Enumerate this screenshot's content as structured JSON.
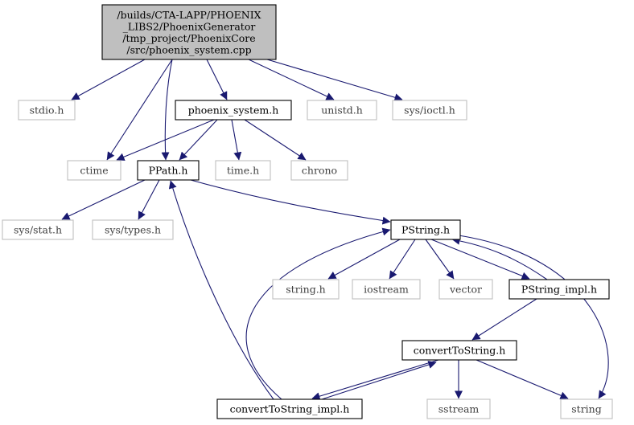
{
  "diagram": {
    "colors": {
      "root_fill": "#bfbfbf",
      "documented_border": "#000000",
      "external_border": "#bfbfbf",
      "external_text": "#404040",
      "edge": "#191970"
    },
    "nodes": [
      {
        "id": "root",
        "kind": "root",
        "lines": [
          "/builds/CTA-LAPP/PHOENIX",
          "_LIBS2/PhoenixGenerator",
          "/tmp_project/PhoenixCore",
          "/src/phoenix_system.cpp"
        ]
      },
      {
        "id": "stdio_h",
        "kind": "external",
        "lines": [
          "stdio.h"
        ]
      },
      {
        "id": "phoenix_system_h",
        "kind": "documented",
        "lines": [
          "phoenix_system.h"
        ]
      },
      {
        "id": "unistd_h",
        "kind": "external",
        "lines": [
          "unistd.h"
        ]
      },
      {
        "id": "sys_ioctl_h",
        "kind": "external",
        "lines": [
          "sys/ioctl.h"
        ]
      },
      {
        "id": "ctime",
        "kind": "external",
        "lines": [
          "ctime"
        ]
      },
      {
        "id": "ppath_h",
        "kind": "documented",
        "lines": [
          "PPath.h"
        ]
      },
      {
        "id": "time_h",
        "kind": "external",
        "lines": [
          "time.h"
        ]
      },
      {
        "id": "chrono",
        "kind": "external",
        "lines": [
          "chrono"
        ]
      },
      {
        "id": "sys_stat_h",
        "kind": "external",
        "lines": [
          "sys/stat.h"
        ]
      },
      {
        "id": "sys_types_h",
        "kind": "external",
        "lines": [
          "sys/types.h"
        ]
      },
      {
        "id": "pstring_h",
        "kind": "documented",
        "lines": [
          "PString.h"
        ]
      },
      {
        "id": "string_h",
        "kind": "external",
        "lines": [
          "string.h"
        ]
      },
      {
        "id": "iostream",
        "kind": "external",
        "lines": [
          "iostream"
        ]
      },
      {
        "id": "vector",
        "kind": "external",
        "lines": [
          "vector"
        ]
      },
      {
        "id": "pstring_impl_h",
        "kind": "documented",
        "lines": [
          "PString_impl.h"
        ]
      },
      {
        "id": "converttostring_h",
        "kind": "documented",
        "lines": [
          "convertToString.h"
        ]
      },
      {
        "id": "converttostring_impl_h",
        "kind": "documented",
        "lines": [
          "convertToString_impl.h"
        ]
      },
      {
        "id": "sstream",
        "kind": "external",
        "lines": [
          "sstream"
        ]
      },
      {
        "id": "string",
        "kind": "external",
        "lines": [
          "string"
        ]
      }
    ],
    "edges": [
      {
        "from": "root",
        "to": "stdio_h"
      },
      {
        "from": "root",
        "to": "phoenix_system_h"
      },
      {
        "from": "root",
        "to": "unistd_h"
      },
      {
        "from": "root",
        "to": "sys_ioctl_h"
      },
      {
        "from": "root",
        "to": "ctime"
      },
      {
        "from": "root",
        "to": "ppath_h"
      },
      {
        "from": "phoenix_system_h",
        "to": "ctime"
      },
      {
        "from": "phoenix_system_h",
        "to": "ppath_h"
      },
      {
        "from": "phoenix_system_h",
        "to": "time_h"
      },
      {
        "from": "phoenix_system_h",
        "to": "chrono"
      },
      {
        "from": "ppath_h",
        "to": "sys_stat_h"
      },
      {
        "from": "ppath_h",
        "to": "sys_types_h"
      },
      {
        "from": "ppath_h",
        "to": "pstring_h"
      },
      {
        "from": "pstring_h",
        "to": "string_h"
      },
      {
        "from": "pstring_h",
        "to": "iostream"
      },
      {
        "from": "pstring_h",
        "to": "vector"
      },
      {
        "from": "pstring_h",
        "to": "pstring_impl_h"
      },
      {
        "from": "pstring_h",
        "to": "string"
      },
      {
        "from": "pstring_impl_h",
        "to": "pstring_h"
      },
      {
        "from": "pstring_impl_h",
        "to": "converttostring_h"
      },
      {
        "from": "converttostring_h",
        "to": "converttostring_impl_h"
      },
      {
        "from": "converttostring_h",
        "to": "sstream"
      },
      {
        "from": "converttostring_h",
        "to": "string"
      },
      {
        "from": "converttostring_impl_h",
        "to": "converttostring_h"
      },
      {
        "from": "converttostring_impl_h",
        "to": "pstring_h"
      },
      {
        "from": "converttostring_impl_h",
        "to": "ppath_h"
      }
    ]
  }
}
